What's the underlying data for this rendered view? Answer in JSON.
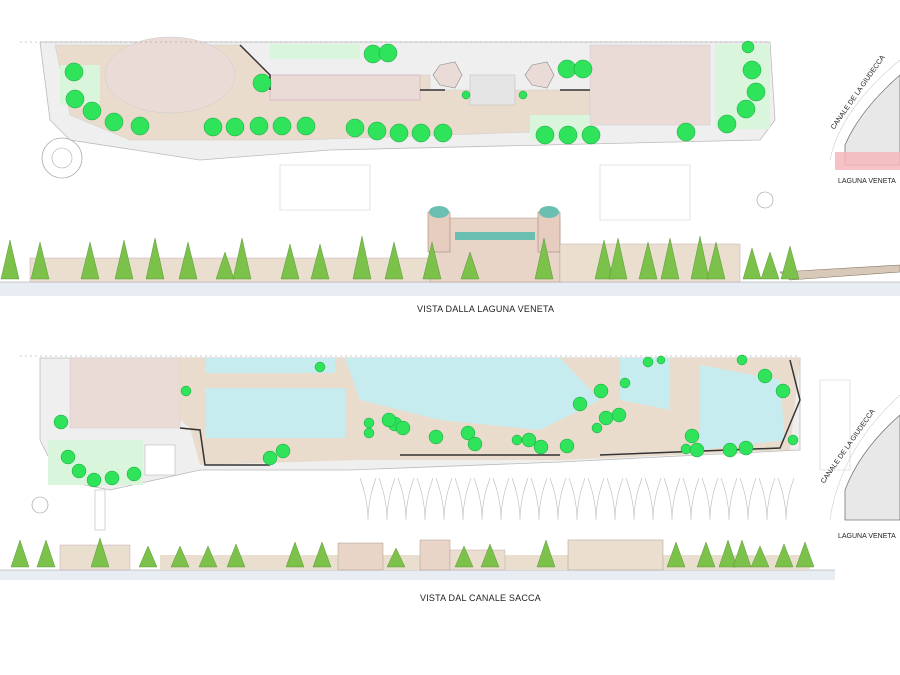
{
  "top_view": {
    "caption": "VISTA DALLA LAGUNA VENETA",
    "key_map_canal_label": "CANALE DE LA GIUDECCA",
    "key_map_lagoon_label": "LAGUNA VENETA"
  },
  "bottom_view": {
    "caption": "VISTA DAL CANALE SACCA",
    "key_map_canal_label": "CANALE DE LA GIUDECCA",
    "key_map_lagoon_label": "LAGUNA VENETA"
  },
  "colors": {
    "tree_green": "#2fe35a",
    "paving": "#e9dccd",
    "roof": "#eadbd6",
    "lawn": "#d9f5dc",
    "water": "#c7ecef",
    "highlight": "#f5b7bb",
    "ground": "#eeeeee"
  }
}
